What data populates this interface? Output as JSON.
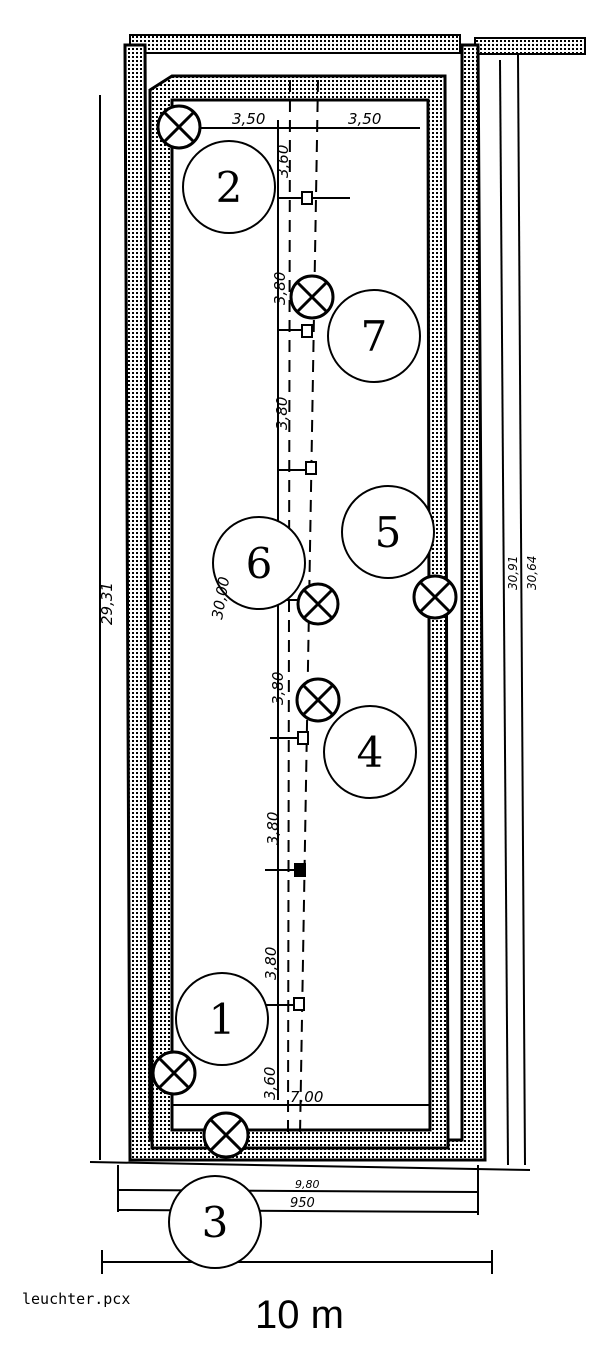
{
  "drawing": {
    "file_name": "leuchter.pcx",
    "scale_label": "10 m",
    "numbered_lights": [
      "1",
      "2",
      "3",
      "4",
      "5",
      "6",
      "7"
    ],
    "dimensions": {
      "top_left": "3,50",
      "top_right": "3,50",
      "top_vertical": "3,60",
      "spacing_a": "3,80",
      "spacing_b": "3,80",
      "spacing_c": "3,80",
      "spacing_d": "3,80",
      "spacing_e": "3,80",
      "bottom_vertical": "3,60",
      "inner_width": "7,00",
      "diagonal_length": "30,00",
      "left_length": "29,31",
      "right_length_inner": "30,91",
      "right_length_outer": "30,64",
      "bottom_width_inner": "9,80",
      "bottom_width_outer": "950"
    }
  }
}
